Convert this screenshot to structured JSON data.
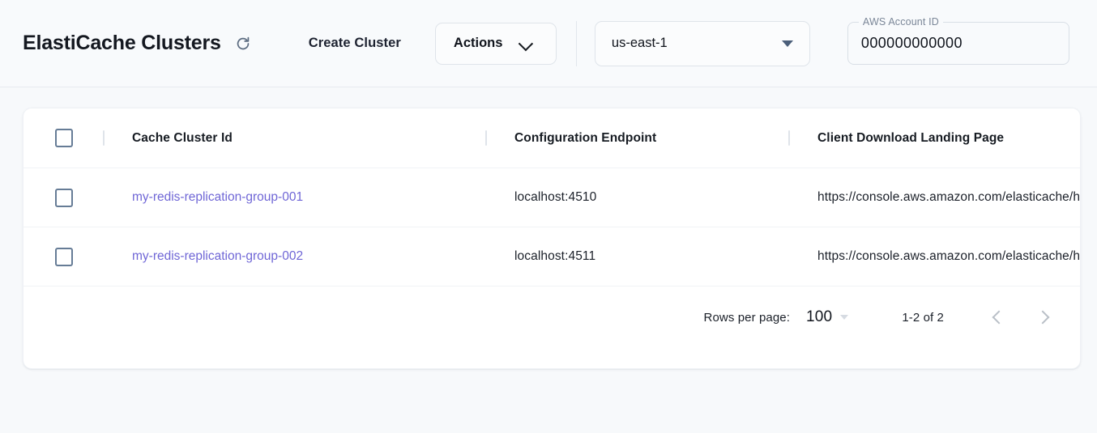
{
  "header": {
    "title": "ElastiCache Clusters",
    "refresh_icon": "refresh-icon",
    "create_cluster_label": "Create Cluster",
    "actions_label": "Actions",
    "actions_chevron_icon": "chevron-down-icon",
    "region": {
      "value": "us-east-1",
      "caret_icon": "triangle-down-icon"
    },
    "account": {
      "label": "AWS Account ID",
      "value": "000000000000"
    }
  },
  "table": {
    "select_all_checkbox": "unchecked",
    "columns": [
      "Cache Cluster Id",
      "Configuration Endpoint",
      "Client Download Landing Page"
    ],
    "rows": [
      {
        "checkbox": "unchecked",
        "cluster_id": "my-redis-replication-group-001",
        "endpoint": "localhost:4510",
        "landing_page": "https://console.aws.amazon.com/elasticache/home"
      },
      {
        "checkbox": "unchecked",
        "cluster_id": "my-redis-replication-group-002",
        "endpoint": "localhost:4511",
        "landing_page": "https://console.aws.amazon.com/elasticache/home"
      }
    ],
    "footer": {
      "rows_per_page_label": "Rows per page:",
      "rows_per_page_value": "100",
      "range_label": "1-2 of 2",
      "prev_icon": "chevron-left-icon",
      "next_icon": "chevron-right-icon"
    }
  },
  "colors": {
    "page_background": "#f7f9fb",
    "appbar_background": "#f8fafc",
    "card_background": "#ffffff",
    "link": "#6f66d6",
    "checkbox_border": "#667c96",
    "text_primary": "#161b22",
    "text_muted": "#7b8798"
  }
}
